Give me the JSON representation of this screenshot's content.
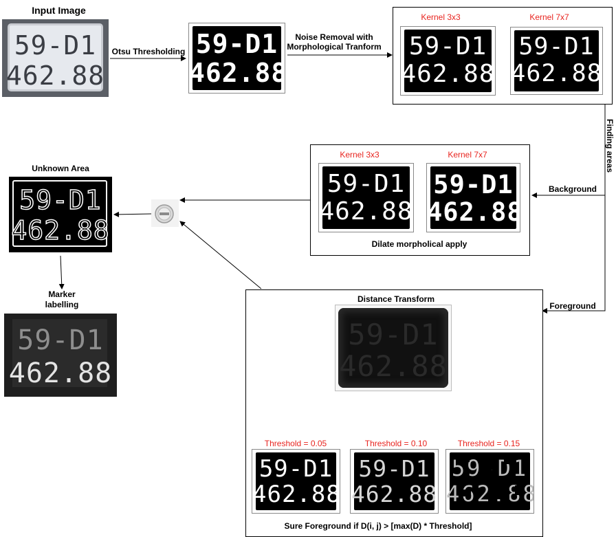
{
  "input": {
    "title": "Input Image",
    "line1": "59-D1",
    "line2": "462.88"
  },
  "otsu": {
    "arrow_label": "Otsu Thresholding",
    "line1": "59-D1",
    "line2": "462.88"
  },
  "noise": {
    "arrow_label_1": "Noise Removal with",
    "arrow_label_2": "Morphological Tranform",
    "kernel_a": "Kernel 3x3",
    "kernel_b": "Kernel 7x7",
    "line1": "59-D1",
    "line2": "462.88"
  },
  "finding_areas": "Finding areas",
  "background": {
    "label": "Background",
    "kernel_a": "Kernel 3x3",
    "kernel_b": "Kernel 7x7",
    "caption": "Dilate morpholical apply",
    "line1": "59-D1",
    "line2": "462.88"
  },
  "foreground": {
    "label": "Foreground",
    "title": "Distance Transform",
    "thresholds": [
      "Threshold = 0.05",
      "Threshold = 0.10",
      "Threshold = 0.15"
    ],
    "caption": "Sure Foreground if D(i, j) > [max(D) * Threshold]",
    "line1": "59-D1",
    "line2": "462.88"
  },
  "unknown": {
    "title": "Unknown Area",
    "line1": "59-D1",
    "line2": "462.88"
  },
  "marker": {
    "title_1": "Marker",
    "title_2": "labelling",
    "line1": "59-D1",
    "line2": "462.88"
  },
  "operator": {
    "symbol": "minus-icon"
  },
  "colors": {
    "accent_red": "#e8231e",
    "line": "#000000"
  }
}
